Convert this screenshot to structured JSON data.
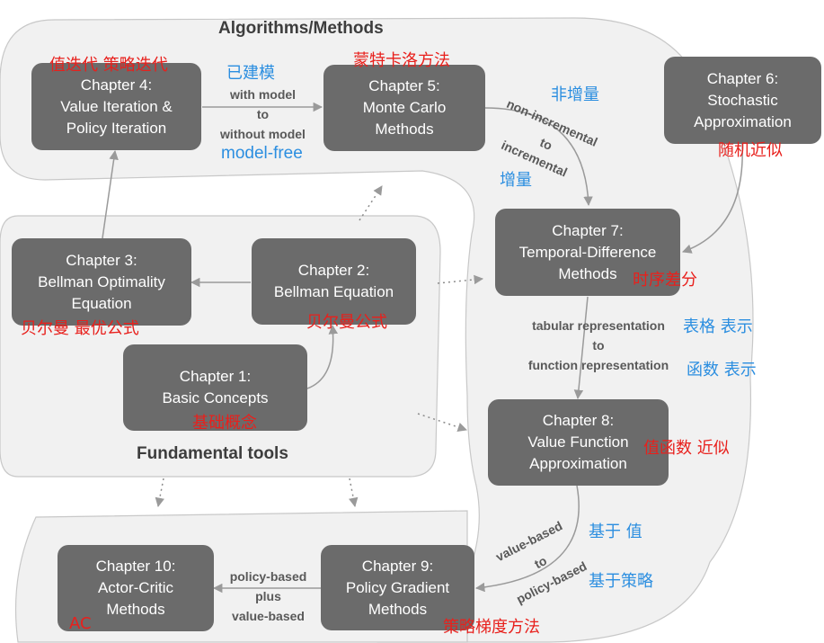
{
  "regions": {
    "algorithms_title": "Algorithms/Methods",
    "fundamental_title": "Fundamental tools"
  },
  "chapters": {
    "ch1": {
      "lines": [
        "Chapter 1:",
        "Basic Concepts"
      ],
      "cn": "基础概念"
    },
    "ch2": {
      "lines": [
        "Chapter 2:",
        "Bellman Equation"
      ],
      "cn": "贝尔曼公式"
    },
    "ch3": {
      "lines": [
        "Chapter 3:",
        "Bellman Optimality",
        "Equation"
      ],
      "cn": "贝尔曼 最优公式"
    },
    "ch4": {
      "lines": [
        "Chapter 4:",
        "Value Iteration &",
        "Policy Iteration"
      ],
      "cn": "值迭代 策略迭代"
    },
    "ch5": {
      "lines": [
        "Chapter 5:",
        "Monte Carlo",
        "Methods"
      ],
      "cn": "蒙特卡洛方法"
    },
    "ch6": {
      "lines": [
        "Chapter 6:",
        "Stochastic",
        "Approximation"
      ],
      "cn": "随机近似"
    },
    "ch7": {
      "lines": [
        "Chapter 7:",
        "Temporal-Difference",
        "Methods"
      ],
      "cn": "时序差分"
    },
    "ch8": {
      "lines": [
        "Chapter 8:",
        "Value Function",
        "Approximation"
      ],
      "cn": "值函数 近似"
    },
    "ch9": {
      "lines": [
        "Chapter 9:",
        "Policy Gradient",
        "Methods"
      ],
      "cn": "策略梯度方法"
    },
    "ch10": {
      "lines": [
        "Chapter 10:",
        "Actor-Critic",
        "Methods"
      ],
      "cn": "AC"
    }
  },
  "edges": {
    "model": {
      "lines": [
        "with model",
        "to",
        "without model"
      ],
      "cn": "已建模",
      "en": "model-free"
    },
    "incremental": {
      "lines": [
        "non-incremental",
        "to",
        "incremental"
      ],
      "cn_top": "非增量",
      "cn_bottom": "增量"
    },
    "representation": {
      "lines": [
        "tabular representation",
        "to",
        "function representation"
      ],
      "cn_top": "表格 表示",
      "cn_bottom": "函数 表示"
    },
    "policy_value": {
      "lines": [
        "value-based",
        "to",
        "policy-based"
      ],
      "cn_top": "基于 值",
      "cn_bottom": "基于策略"
    },
    "ac": {
      "lines": [
        "policy-based",
        "plus",
        "value-based"
      ]
    }
  },
  "colors": {
    "box": "#6b6b6b",
    "region": "#f1f1f1",
    "region_border": "#c8c8c8",
    "chinese_red": "#e8201c",
    "chinese_blue": "#2b8ee0",
    "edge": "#9a9a9a"
  }
}
